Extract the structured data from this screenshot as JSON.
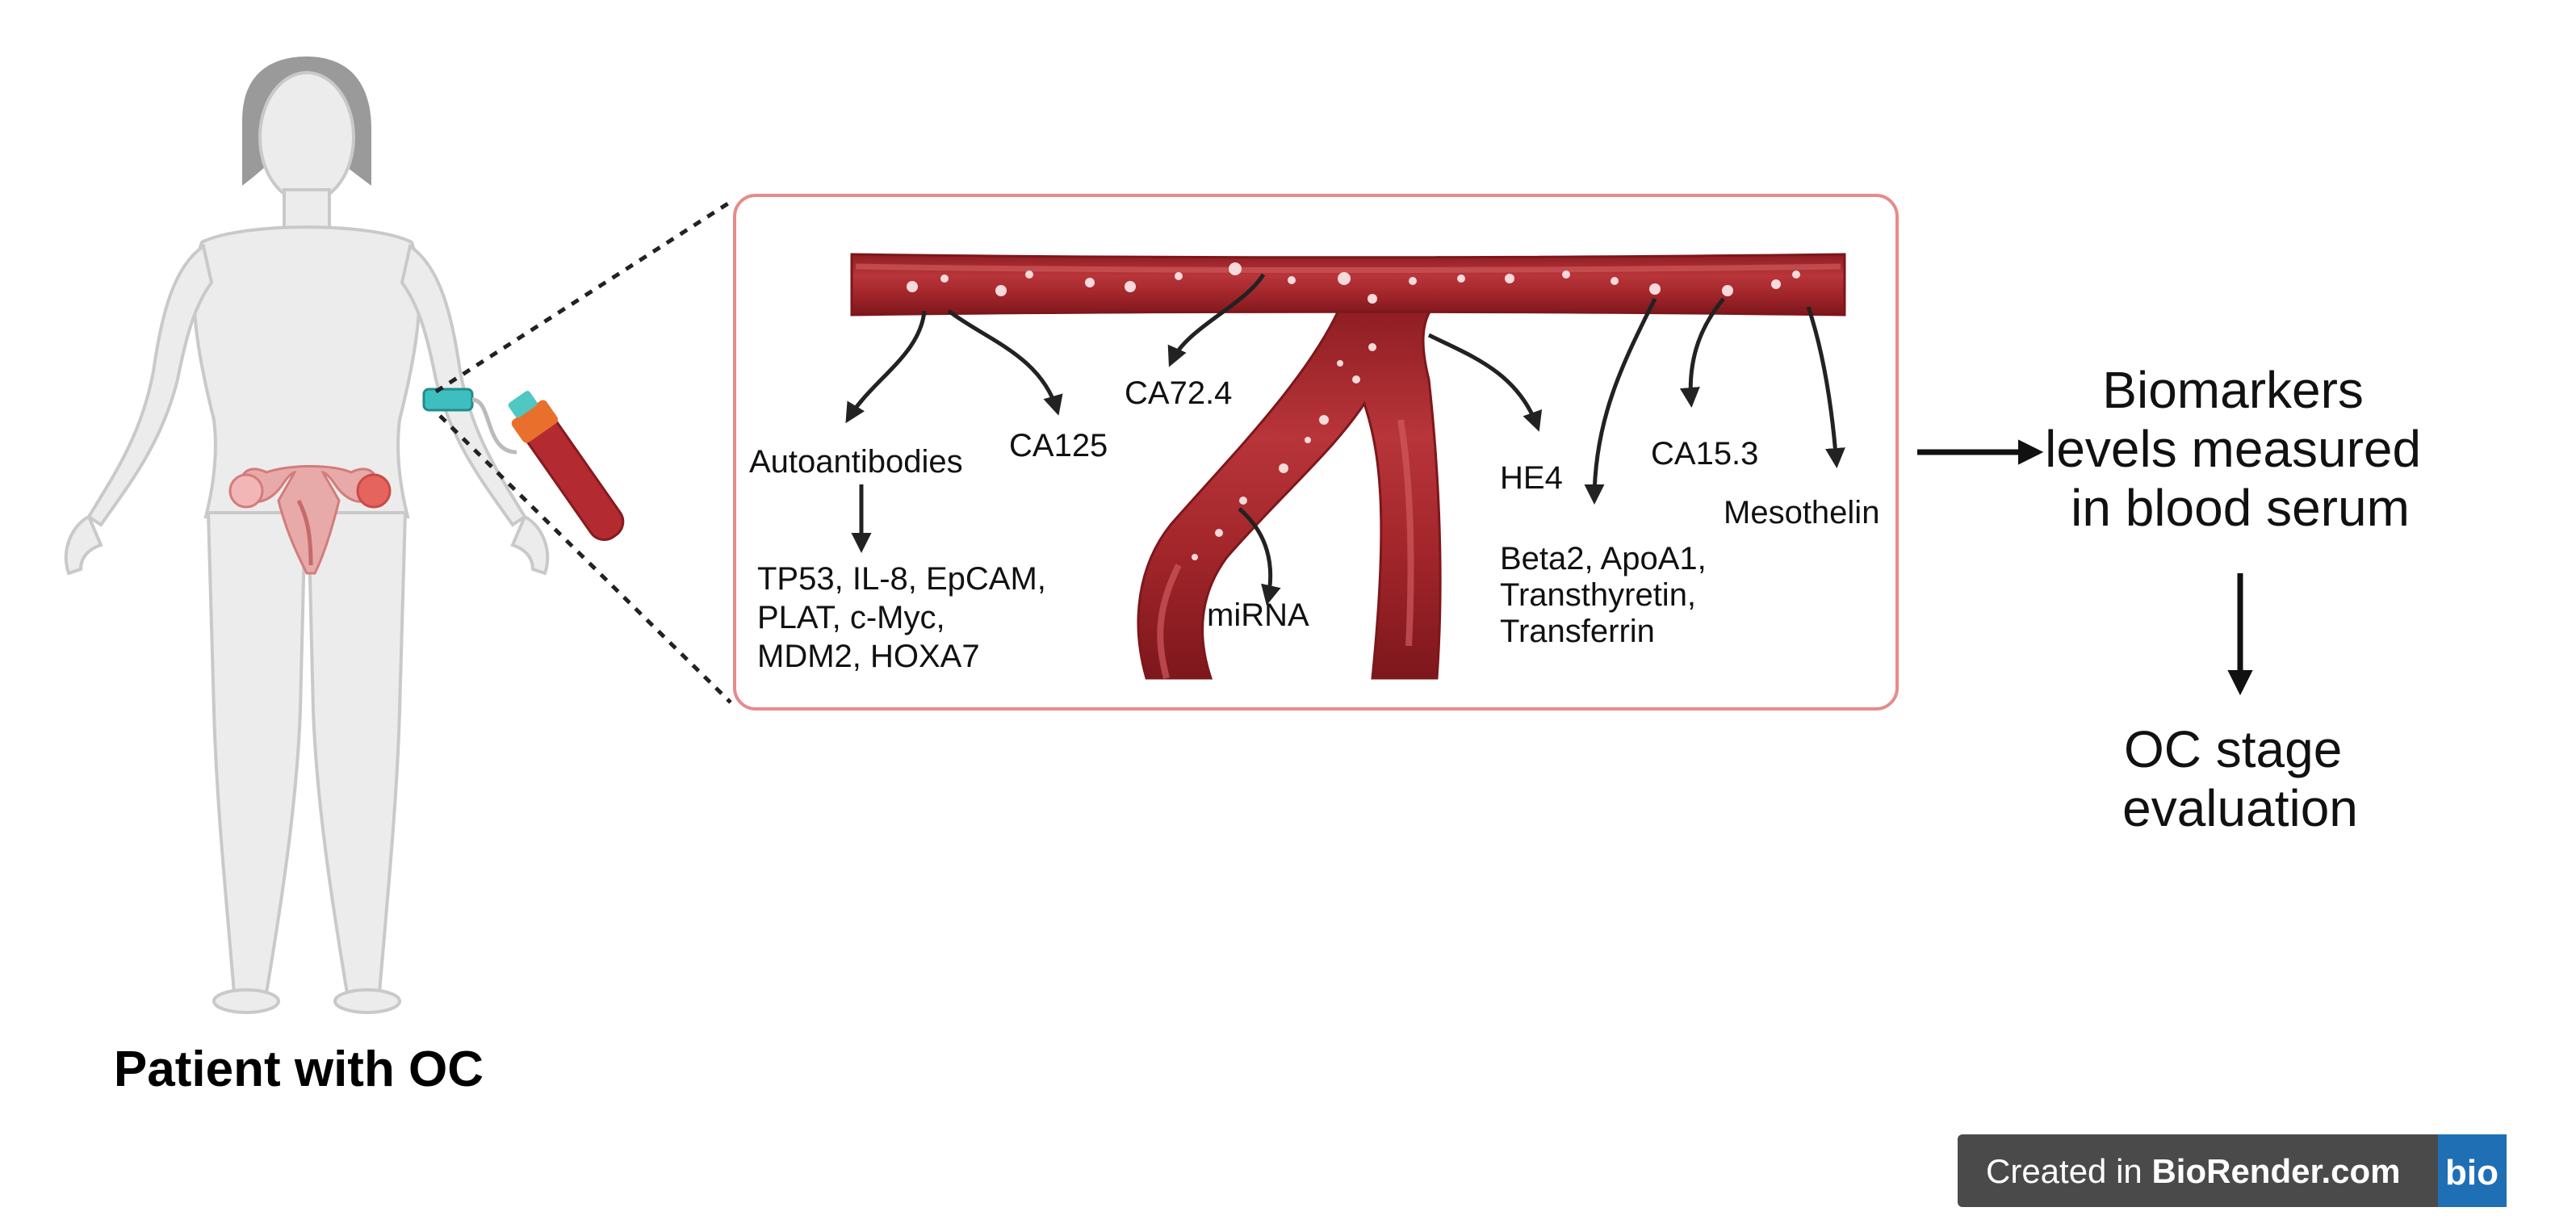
{
  "patient": {
    "label": "Patient with OC"
  },
  "biomarkers": {
    "autoantibodies": "Autoantibodies",
    "autoantibody_targets": [
      "TP53, IL-8, EpCAM,",
      "PLAT, c-Myc,",
      "MDM2, HOXA7"
    ],
    "ca125": "CA125",
    "ca724": "CA72.4",
    "mirna": "miRNA",
    "he4": "HE4",
    "beta2_group": [
      "Beta2, ApoA1,",
      "Transthyretin,",
      "Transferrin"
    ],
    "ca153": "CA15.3",
    "mesothelin": "Mesothelin"
  },
  "outcome": {
    "measured": [
      "Biomarkers",
      "levels measured",
      "in blood serum"
    ],
    "evaluation": [
      "OC stage",
      "evaluation"
    ]
  },
  "badge": {
    "prefix": "Created in ",
    "brand": "BioRender.com",
    "logo": "bio"
  },
  "colors": {
    "vessel": "#a3262b",
    "vessel_highlight": "#d05a5e",
    "box_border": "#e88a8a",
    "badge_bg": "#4a4a4a",
    "badge_logo_bg": "#1f6fb5"
  }
}
